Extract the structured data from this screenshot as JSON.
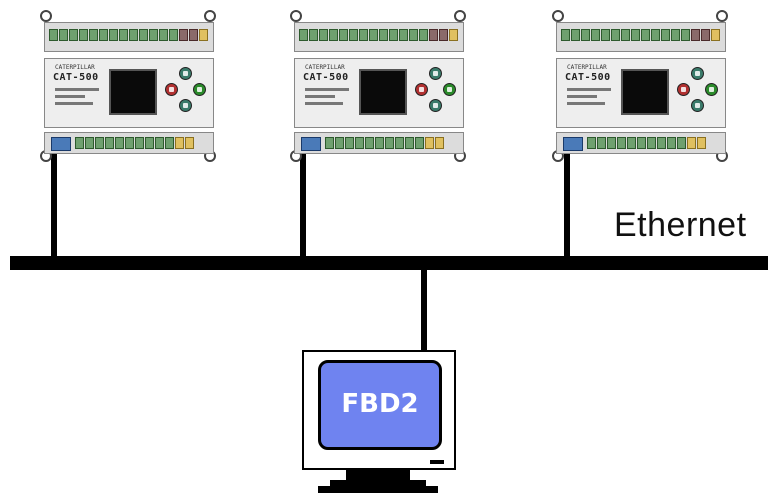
{
  "network": {
    "label": "Ethernet"
  },
  "controllers": [
    {
      "brand": "CATERPILLAR",
      "model": "CAT-500"
    },
    {
      "brand": "CATERPILLAR",
      "model": "CAT-500"
    },
    {
      "brand": "CATERPILLAR",
      "model": "CAT-500"
    }
  ],
  "workstation": {
    "screen_text": "FBD2"
  },
  "colors": {
    "screen": "#6f83f0",
    "bus": "#000000",
    "terminal_green": "#6fa06f",
    "button_left": "#b03030",
    "button_right": "#2a8a2a",
    "button_nav": "#3a7a6a",
    "ethernet_port": "#4a7ab8"
  }
}
